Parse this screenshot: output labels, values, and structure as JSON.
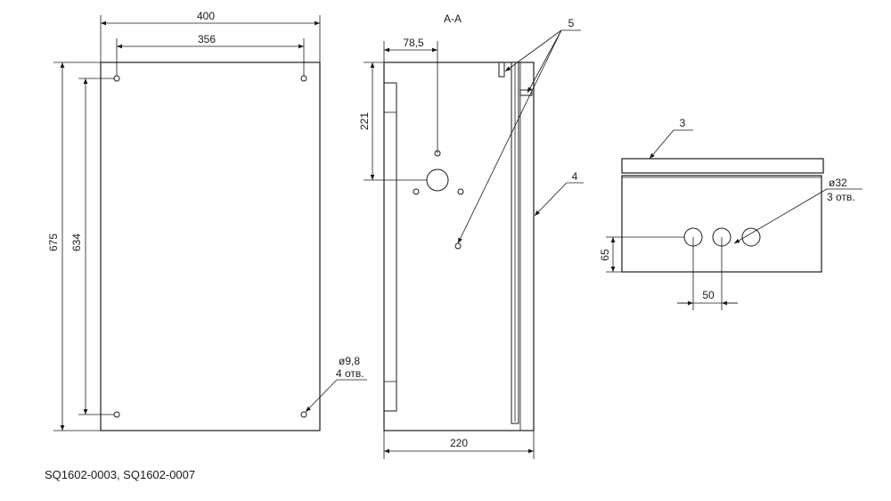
{
  "drawing": {
    "front_view": {
      "width_label": "400",
      "hole_spacing_horizontal_label": "356",
      "height_label": "675",
      "hole_spacing_vertical_label": "634",
      "hole_note_line1": "ø9,8",
      "hole_note_line2": "4 отв."
    },
    "section_view": {
      "title": "A-A",
      "offset_label": "78,5",
      "height_label": "221",
      "depth_label": "220",
      "callout_5": "5",
      "callout_4": "4"
    },
    "bottom_view": {
      "callout_3": "3",
      "hole_note_line1": "ø32",
      "hole_note_line2": "3 отв.",
      "height_label": "65",
      "spacing_label": "50"
    },
    "caption": "SQ1602-0003, SQ1602-0007"
  }
}
